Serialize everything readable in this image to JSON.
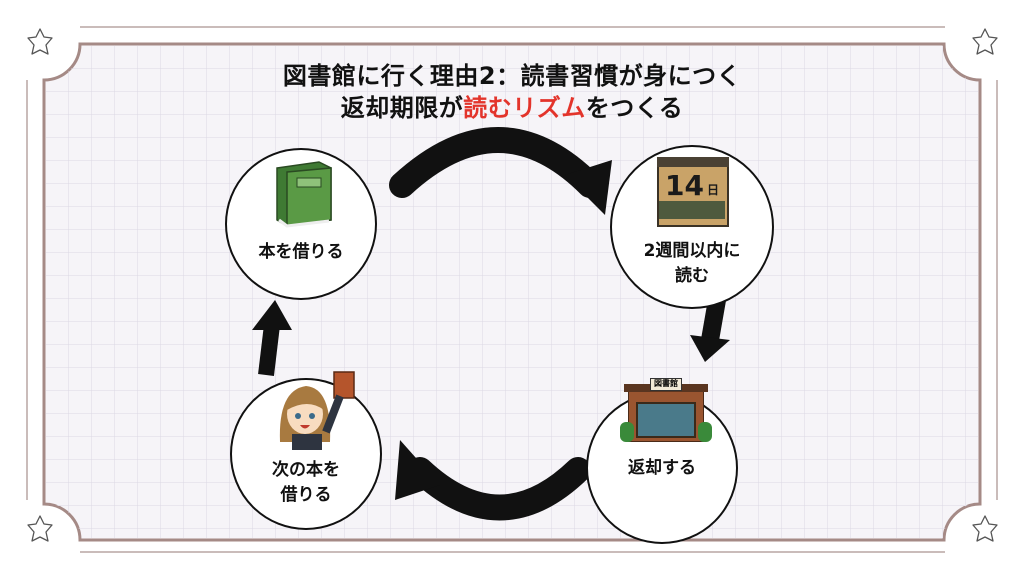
{
  "title": {
    "line1": "図書館に行く理由2：読書習慣が身につく",
    "line2_prefix": "返却期限が",
    "line2_highlight": "読むリズム",
    "line2_suffix": "をつくる"
  },
  "steps": [
    {
      "label": "本を借りる",
      "icon": "green-book-icon"
    },
    {
      "label_line1": "2週間以内に",
      "label_line2": "読む",
      "icon": "calendar-icon",
      "calendar_number": "14",
      "calendar_unit": "日"
    },
    {
      "label": "返却する",
      "icon": "library-building-icon",
      "sign": "図書館"
    },
    {
      "label_line1": "次の本を",
      "label_line2": "借りる",
      "icon": "girl-holding-book-icon"
    }
  ],
  "colors": {
    "accent": "#e3342b",
    "frame": "#a58a86",
    "grid": "#dcd8e4",
    "paper": "#f6f4f8"
  }
}
